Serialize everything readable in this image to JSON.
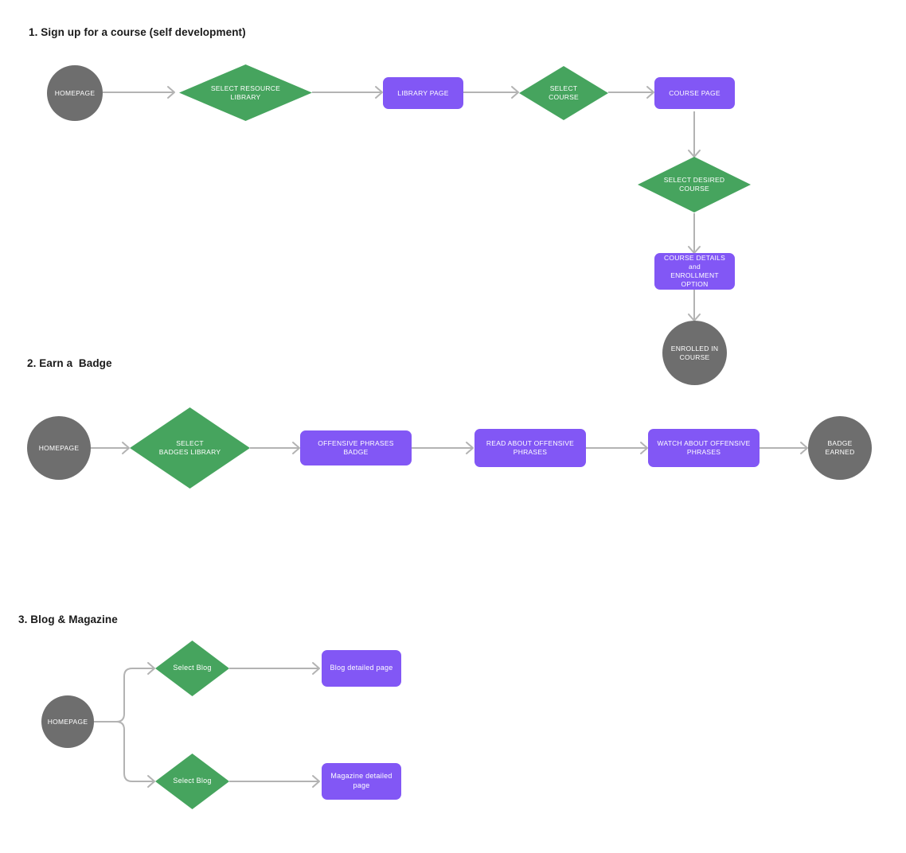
{
  "document": {
    "background": "#ffffff",
    "palette": {
      "terminator_gray": "#6e6e6e",
      "process_purple": "#8257f5",
      "decision_green": "#46a45e",
      "connector_gray": "#b3b3b3",
      "heading_text": "#1a1a1a",
      "node_text": "#ffffff"
    }
  },
  "sections": [
    {
      "id": "section-1",
      "heading": "1. Sign up for a course (self development)",
      "nodes": [
        {
          "id": "s1-homepage",
          "shape": "circle",
          "label": "HOMEPAGE"
        },
        {
          "id": "s1-select-resource",
          "shape": "diamond",
          "label": "SELECT RESOURCE\nLIBRARY"
        },
        {
          "id": "s1-library-page",
          "shape": "rect",
          "label": "LIBRARY PAGE"
        },
        {
          "id": "s1-select-course",
          "shape": "diamond",
          "label": "SELECT\nCOURSE"
        },
        {
          "id": "s1-course-page",
          "shape": "rect",
          "label": "COURSE PAGE"
        },
        {
          "id": "s1-select-desired",
          "shape": "diamond",
          "label": "SELECT DESIRED\nCOURSE"
        },
        {
          "id": "s1-course-details",
          "shape": "rect",
          "label": "COURSE DETAILS and\nENROLLMENT OPTION"
        },
        {
          "id": "s1-enrolled",
          "shape": "circle",
          "label": "ENROLLED IN\nCOURSE"
        }
      ],
      "edges": [
        {
          "from": "s1-homepage",
          "to": "s1-select-resource",
          "direction": "right"
        },
        {
          "from": "s1-select-resource",
          "to": "s1-library-page",
          "direction": "right"
        },
        {
          "from": "s1-library-page",
          "to": "s1-select-course",
          "direction": "right"
        },
        {
          "from": "s1-select-course",
          "to": "s1-course-page",
          "direction": "right"
        },
        {
          "from": "s1-course-page",
          "to": "s1-select-desired",
          "direction": "down"
        },
        {
          "from": "s1-select-desired",
          "to": "s1-course-details",
          "direction": "down"
        },
        {
          "from": "s1-course-details",
          "to": "s1-enrolled",
          "direction": "down"
        }
      ]
    },
    {
      "id": "section-2",
      "heading": "2. Earn a  Badge",
      "nodes": [
        {
          "id": "s2-homepage",
          "shape": "circle",
          "label": "HOMEPAGE"
        },
        {
          "id": "s2-select-badges",
          "shape": "diamond",
          "label": "SELECT\nBADGES LIBRARY"
        },
        {
          "id": "s2-offensive",
          "shape": "rect",
          "label": "OFFENSIVE PHRASES BADGE"
        },
        {
          "id": "s2-read-about",
          "shape": "rect",
          "label": "READ ABOUT OFFENSIVE\nPHRASES"
        },
        {
          "id": "s2-watch-about",
          "shape": "rect",
          "label": "WATCH ABOUT OFFENSIVE\nPHRASES"
        },
        {
          "id": "s2-badge-earned",
          "shape": "circle",
          "label": "BADGE\nEARNED"
        }
      ],
      "edges": [
        {
          "from": "s2-homepage",
          "to": "s2-select-badges",
          "direction": "right"
        },
        {
          "from": "s2-select-badges",
          "to": "s2-offensive",
          "direction": "right"
        },
        {
          "from": "s2-offensive",
          "to": "s2-read-about",
          "direction": "right"
        },
        {
          "from": "s2-read-about",
          "to": "s2-watch-about",
          "direction": "right"
        },
        {
          "from": "s2-watch-about",
          "to": "s2-badge-earned",
          "direction": "right"
        }
      ]
    },
    {
      "id": "section-3",
      "heading": "3. Blog & Magazine",
      "nodes": [
        {
          "id": "s3-homepage",
          "shape": "circle",
          "label": "HOMEPAGE"
        },
        {
          "id": "s3-select-blog",
          "shape": "diamond",
          "label": "Select Blog"
        },
        {
          "id": "s3-blog-detail",
          "shape": "rect",
          "label": "Blog detailed page"
        },
        {
          "id": "s3-select-blog2",
          "shape": "diamond",
          "label": "Select Blog"
        },
        {
          "id": "s3-mag-detail",
          "shape": "rect",
          "label": "Magazine detailed page"
        }
      ],
      "edges": [
        {
          "from": "s3-homepage",
          "to": "s3-select-blog",
          "direction": "branch-up"
        },
        {
          "from": "s3-homepage",
          "to": "s3-select-blog2",
          "direction": "branch-down"
        },
        {
          "from": "s3-select-blog",
          "to": "s3-blog-detail",
          "direction": "right"
        },
        {
          "from": "s3-select-blog2",
          "to": "s3-mag-detail",
          "direction": "right"
        }
      ]
    }
  ]
}
